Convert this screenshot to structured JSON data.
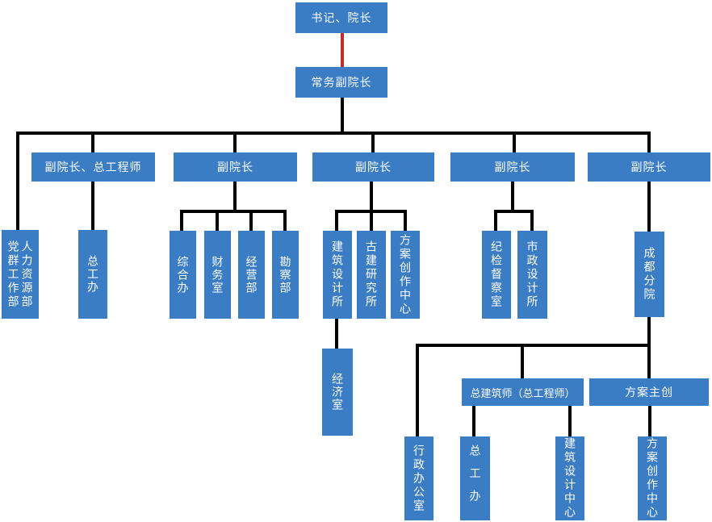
{
  "colors": {
    "node_fill": "#3B7DC5",
    "node_text": "#FFFFFF",
    "connector": "#000000",
    "connector_special": "#C02B2B"
  },
  "org": {
    "nodes": {
      "president": {
        "label": "书记、院长"
      },
      "exec_vp": {
        "label": "常务副院长"
      },
      "vp_chief_engineer": {
        "label": "副院长、总工程师"
      },
      "vp2": {
        "label": "副院长"
      },
      "vp3": {
        "label": "副院长"
      },
      "vp4": {
        "label": "副院长"
      },
      "vp5": {
        "label": "副院长"
      },
      "party_mass_dept": {
        "label": "党群工作部"
      },
      "hr_dept": {
        "label": "人力资源部"
      },
      "chief_engineer_office": {
        "label": "总工办"
      },
      "general_affairs_office": {
        "label": "综合办"
      },
      "finance_office": {
        "label": "财务室"
      },
      "business_dept": {
        "label": "经营部"
      },
      "survey_dept": {
        "label": "勘察部"
      },
      "architecture_design_institute": {
        "label": "建筑设计所"
      },
      "ancient_architecture_institute": {
        "label": "古建研究所"
      },
      "scheme_creation_center": {
        "label": "方案创作中心"
      },
      "discipline_inspection_office": {
        "label": "纪检督察室"
      },
      "municipal_design_institute": {
        "label": "市政设计所"
      },
      "chengdu_branch": {
        "label": "成都分院"
      },
      "economy_office": {
        "label": "经济室"
      },
      "chief_architect": {
        "label": "总建筑师（总工程师）"
      },
      "scheme_lead": {
        "label": "方案主创"
      },
      "admin_office": {
        "label": "行政办公室"
      },
      "branch_chief_engineer_office": {
        "label": "总工办"
      },
      "architecture_design_center": {
        "label": "建筑设计中心"
      },
      "branch_scheme_creation_center": {
        "label": "方案创作中心"
      }
    },
    "edges": [
      {
        "from": "president",
        "to": "exec_vp",
        "style": "red"
      },
      {
        "from": "exec_vp",
        "to": "party_mass_dept"
      },
      {
        "from": "exec_vp",
        "to": "hr_dept"
      },
      {
        "from": "exec_vp",
        "to": "vp_chief_engineer"
      },
      {
        "from": "exec_vp",
        "to": "vp2"
      },
      {
        "from": "exec_vp",
        "to": "vp3"
      },
      {
        "from": "exec_vp",
        "to": "vp4"
      },
      {
        "from": "exec_vp",
        "to": "vp5"
      },
      {
        "from": "vp_chief_engineer",
        "to": "chief_engineer_office"
      },
      {
        "from": "vp2",
        "to": "general_affairs_office"
      },
      {
        "from": "vp2",
        "to": "finance_office"
      },
      {
        "from": "vp2",
        "to": "business_dept"
      },
      {
        "from": "vp2",
        "to": "survey_dept"
      },
      {
        "from": "vp3",
        "to": "architecture_design_institute"
      },
      {
        "from": "vp3",
        "to": "ancient_architecture_institute"
      },
      {
        "from": "vp3",
        "to": "scheme_creation_center"
      },
      {
        "from": "architecture_design_institute",
        "to": "economy_office"
      },
      {
        "from": "vp4",
        "to": "discipline_inspection_office"
      },
      {
        "from": "vp4",
        "to": "municipal_design_institute"
      },
      {
        "from": "vp5",
        "to": "chengdu_branch"
      },
      {
        "from": "chengdu_branch",
        "to": "admin_office"
      },
      {
        "from": "chengdu_branch",
        "to": "chief_architect"
      },
      {
        "from": "chengdu_branch",
        "to": "scheme_lead"
      },
      {
        "from": "chief_architect",
        "to": "branch_chief_engineer_office"
      },
      {
        "from": "chief_architect",
        "to": "architecture_design_center"
      },
      {
        "from": "scheme_lead",
        "to": "branch_scheme_creation_center"
      }
    ]
  }
}
